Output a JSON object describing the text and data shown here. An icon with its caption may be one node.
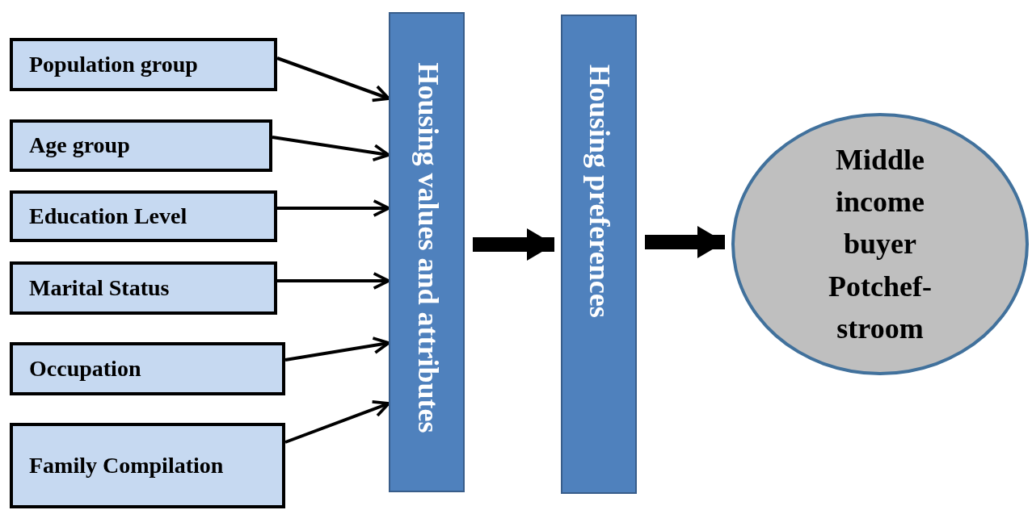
{
  "diagram": {
    "nodes": [
      {
        "text": [
          "Population group"
        ]
      },
      {
        "text": [
          "Age group"
        ]
      },
      {
        "text": [
          "Education Level"
        ]
      },
      {
        "text": [
          "Marital Status"
        ]
      },
      {
        "text": [
          "Occupation"
        ]
      },
      {
        "text": [
          "Family Compilation"
        ]
      },
      {
        "text": [
          "Housing values and attributes"
        ]
      },
      {
        "text": [
          "Housing preferences"
        ]
      },
      {
        "text": [
          "Middle income buyer Potchef-stroom"
        ]
      }
    ],
    "edges": [
      {
        "from": 0,
        "to": 6,
        "arrow": "to"
      },
      {
        "from": 1,
        "to": 6,
        "arrow": "to"
      },
      {
        "from": 2,
        "to": 6,
        "arrow": "to"
      },
      {
        "from": 3,
        "to": 6,
        "arrow": "to"
      },
      {
        "from": 4,
        "to": 6,
        "arrow": "to"
      },
      {
        "from": 5,
        "to": 6,
        "arrow": "to"
      },
      {
        "from": 6,
        "to": 7,
        "arrow": "to",
        "style": "thick"
      },
      {
        "from": 7,
        "to": 8,
        "arrow": "to",
        "style": "thick"
      }
    ]
  }
}
